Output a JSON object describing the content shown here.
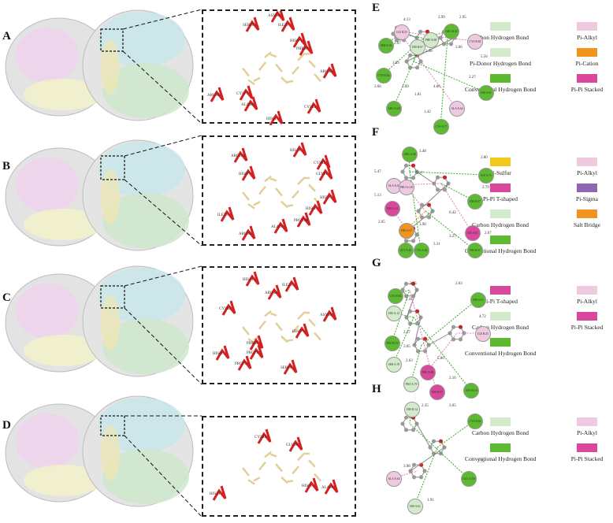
{
  "panels": {
    "A": "A",
    "B": "B",
    "C": "C",
    "D": "D",
    "E": "E",
    "F": "F",
    "G": "G",
    "H": "H"
  },
  "colors": {
    "light_green": "#d3ebcb",
    "green": "#5cb930",
    "pink": "#eec9e0",
    "magenta": "#d9489c",
    "orange": "#f0931f",
    "yellow": "#f3c81d",
    "purple": "#9166b1",
    "residue_red": "#d42020",
    "ligand": "#e2cf98"
  },
  "insets": {
    "A": [
      "ASN38",
      "SER26",
      "ILE25",
      "HIS87",
      "PHE80",
      "ARG42",
      "ARG68",
      "CYS77",
      "ALA64",
      "CYS82",
      "HIS61"
    ],
    "B": [
      "ARG123",
      "HIS14",
      "CYS82",
      "GLY81",
      "HIS87",
      "HIS57",
      "ILE75",
      "HIS61",
      "ALA64",
      "PRO120",
      "ARG68"
    ],
    "C": [
      "HIS14",
      "ILE25",
      "ARG42",
      "CYS82",
      "ASN38",
      "HIS87",
      "HIS61",
      "PHE80",
      "PRO79",
      "PRO79",
      "SER78"
    ],
    "D": [
      "CYS82",
      "GLU80",
      "HIS14",
      "HIS61",
      "ALA64"
    ]
  },
  "diagrams": {
    "E": {
      "residues": [
        {
          "label": "SER B:26",
          "type": "green"
        },
        {
          "label": "CYS B:82",
          "type": "green"
        },
        {
          "label": "ILE B:25",
          "type": "pink"
        },
        {
          "label": "HIS B:87",
          "type": "light_green"
        },
        {
          "label": "PHE B:80",
          "type": "light_green"
        },
        {
          "label": "ARG B:42",
          "type": "green"
        },
        {
          "label": "CYS B:82",
          "type": "pink"
        },
        {
          "label": "HIS A:61",
          "type": "green"
        },
        {
          "label": "ALA A:64",
          "type": "pink"
        },
        {
          "label": "ARG A:68",
          "type": "green"
        },
        {
          "label": "CYS A:77",
          "type": "green"
        }
      ],
      "distances": [
        "2.07",
        "3.03",
        "4.13",
        "2.98",
        "2.99",
        "2.95",
        "3.06",
        "5.56",
        "2.27",
        "3.66",
        "1.69",
        "1.81",
        "4.86",
        "1.42"
      ]
    },
    "F": {
      "residues": [
        {
          "label": "ARG A:68",
          "type": "green"
        },
        {
          "label": "ALA A:64",
          "type": "pink"
        },
        {
          "label": "PRO A:120",
          "type": "pink"
        },
        {
          "label": "HIS A:14",
          "type": "magenta"
        },
        {
          "label": "ILE A:75",
          "type": "green"
        },
        {
          "label": "HIS B:87",
          "type": "green"
        },
        {
          "label": "HIS A:57",
          "type": "orange"
        },
        {
          "label": "GLY A:81",
          "type": "green"
        },
        {
          "label": "CYS A:82",
          "type": "green"
        },
        {
          "label": "HIS A:61",
          "type": "magenta"
        },
        {
          "label": "HIS B:57",
          "type": "green"
        }
      ],
      "distances": [
        "3.48",
        "5.47",
        "5.17",
        "5.13",
        "2.80",
        "2.79",
        "2.05",
        "3.98",
        "6.42",
        "3.27",
        "3.31",
        "2.07"
      ]
    },
    "G": {
      "residues": [
        {
          "label": "CYS B:82",
          "type": "green"
        },
        {
          "label": "HIS A:14",
          "type": "light_green"
        },
        {
          "label": "HIS A:61",
          "type": "green"
        },
        {
          "label": "ILE B:25",
          "type": "pink"
        },
        {
          "label": "PRO B:79",
          "type": "green"
        },
        {
          "label": "SER A:78",
          "type": "light_green"
        },
        {
          "label": "PRO A:79",
          "type": "light_green"
        },
        {
          "label": "PHE B:80",
          "type": "magenta"
        },
        {
          "label": "HIS B:87",
          "type": "magenta"
        },
        {
          "label": "ASN B:18",
          "type": "green"
        }
      ],
      "distances": [
        "2.55",
        "2.41",
        "2.63",
        "4.72",
        "2.17",
        "3.05",
        "2.63",
        "5.86",
        "2.16"
      ]
    },
    "H": {
      "residues": [
        {
          "label": "HIS B:14",
          "type": "light_green"
        },
        {
          "label": "CYS B:82",
          "type": "green"
        },
        {
          "label": "ALA A:64",
          "type": "pink"
        },
        {
          "label": "GLU A:80",
          "type": "green"
        },
        {
          "label": "HIS A:61",
          "type": "light_green"
        }
      ],
      "distances": [
        "2.35",
        "3.05",
        "3.98",
        "2.78",
        "1.91"
      ]
    }
  },
  "legends": {
    "E": [
      {
        "label": "Carbon Hydrogen Bond",
        "color": "#d3ebcb"
      },
      {
        "label": "Pi-Alkyl",
        "color": "#eec9e0"
      },
      {
        "label": "Pi-Donor Hydrogen Bond",
        "color": "#d3ebcb"
      },
      {
        "label": "Pi-Cation",
        "color": "#f0931f"
      },
      {
        "label": "Conventional Hydrogen Bond",
        "color": "#5cb930"
      },
      {
        "label": "Pi-Pi Stacked",
        "color": "#d9489c"
      }
    ],
    "F": [
      {
        "label": "Pi-Sulfur",
        "color": "#f3c81d"
      },
      {
        "label": "Pi-Alkyl",
        "color": "#eec9e0"
      },
      {
        "label": "Pi-Pi T-shaped",
        "color": "#d9489c"
      },
      {
        "label": "Pi-Sigma",
        "color": "#9166b1"
      },
      {
        "label": "Carbon Hydrogen Bond",
        "color": "#d3ebcb"
      },
      {
        "label": "Salt Bridge",
        "color": "#f0931f"
      },
      {
        "label": "Conventional Hydrogen Bond",
        "color": "#5cb930"
      }
    ],
    "G": [
      {
        "label": "Pi-Pi T-shaped",
        "color": "#d9489c"
      },
      {
        "label": "Pi-Alkyl",
        "color": "#eec9e0"
      },
      {
        "label": "Carbon Hydrogen Bond",
        "color": "#d3ebcb"
      },
      {
        "label": "Pi-Pi Stacked",
        "color": "#d9489c"
      },
      {
        "label": "Conventional Hydrogen Bond",
        "color": "#5cb930"
      }
    ],
    "H": [
      {
        "label": "Carbon Hydrogen Bond",
        "color": "#d3ebcb"
      },
      {
        "label": "Pi-Alkyl",
        "color": "#eec9e0"
      },
      {
        "label": "Conventional Hydrogen Bond",
        "color": "#5cb930"
      },
      {
        "label": "Pi-Pi Stacked",
        "color": "#d9489c"
      }
    ]
  }
}
